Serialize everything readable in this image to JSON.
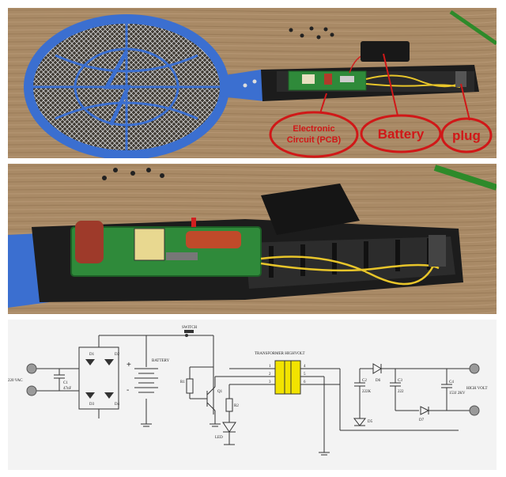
{
  "callouts": {
    "pcb_line1": "Electronic",
    "pcb_line2": "Circuit (PCB)",
    "battery": "Battery",
    "plug": "plug"
  },
  "schematic": {
    "switch": "SWITCH",
    "battery": "BATTERY",
    "transformer": "TRANSFORMER HIGHVOLT",
    "vac": "220 VAC",
    "highvolt": "HIGH VOLT",
    "d1": "D1",
    "d2": "D2",
    "d3": "D3",
    "d4": "D4",
    "d5": "D5",
    "d6": "D6",
    "d7": "D7",
    "c1": "C1",
    "c1v": "47nF",
    "c2": "C2",
    "c2v": "222K",
    "c3": "C3",
    "c3v": "222",
    "c4": "C4",
    "c4v": "153J 2KV",
    "r1": "R1",
    "r2": "R2",
    "q1": "Q1",
    "led": "LED",
    "plus": "+",
    "minus": "-",
    "p1": "1",
    "p2": "2",
    "p3": "3",
    "p4": "4",
    "p5": "5",
    "p6": "6"
  },
  "colors": {
    "wood": "#a98a66",
    "racket_blue": "#3b6fd0",
    "handle_black": "#1c1c1c",
    "pcb_green": "#2f8a3a",
    "callout_red": "#d01818",
    "schematic_bg": "#f3f3f3"
  }
}
